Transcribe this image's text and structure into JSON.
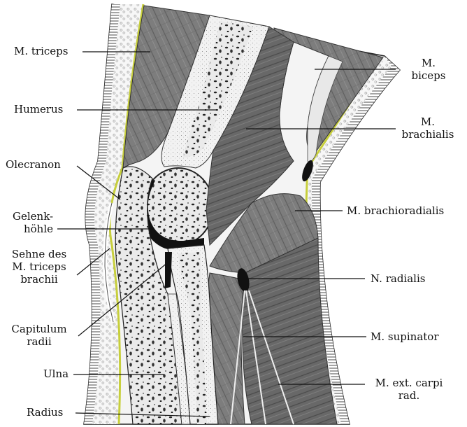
{
  "labels": {
    "triceps": "M. triceps",
    "humerus": "Humerus",
    "olecranon": "Olecranon",
    "gelenk_1": "Gelenk-",
    "gelenk_2": "höhle",
    "sehne_1": "Sehne des",
    "sehne_2": "M. triceps",
    "sehne_3": "brachii",
    "capitulum_1": "Capitulum",
    "capitulum_2": "radii",
    "ulna": "Ulna",
    "radius": "Radius",
    "biceps_1": "M.",
    "biceps_2": "biceps",
    "brachialis_1": "M.",
    "brachialis_2": "brachialis",
    "brachioradialis": "M. brachioradialis",
    "n_radialis": "N. radialis",
    "supinator": "M. supinator",
    "ext_carpi_1": "M. ext. carpi",
    "ext_carpi_2": "rad."
  },
  "colors": {
    "muscle": "#7a7a7a",
    "muscle_light": "#9a9a9a",
    "bone": "#d8d8d8",
    "cortex": "#e6e6e6",
    "fascia": "#c7cf3c",
    "skin": "#f4f4f4",
    "ink": "#111111"
  }
}
